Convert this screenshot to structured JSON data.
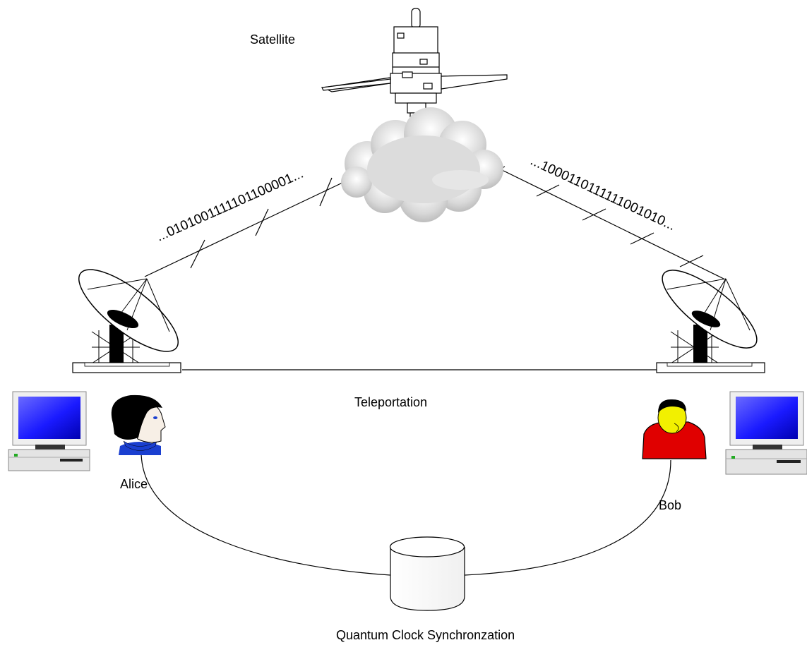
{
  "labels": {
    "satellite": "Satellite",
    "left_bits": "...0101001111101100001...",
    "right_bits": "...1000110111111001010...",
    "teleportation": "Teleportation",
    "alice": "Alice",
    "bob": "Bob",
    "clock": "Quantum Clock Synchronzation"
  },
  "icons": {
    "satellite": "satellite-icon",
    "cloud": "cloud-icon",
    "left_dish": "satellite-dish-icon",
    "right_dish": "satellite-dish-icon",
    "alice": "person-icon",
    "bob": "person-icon",
    "left_computer": "desktop-computer-icon",
    "right_computer": "desktop-computer-icon",
    "clock": "database-cylinder-icon"
  },
  "colors": {
    "bob_shirt": "#e00000",
    "bob_face": "#f2f000",
    "alice_collar": "#1a3fd0",
    "screen": "#2020ff",
    "cloud": "#d8d8d8"
  }
}
